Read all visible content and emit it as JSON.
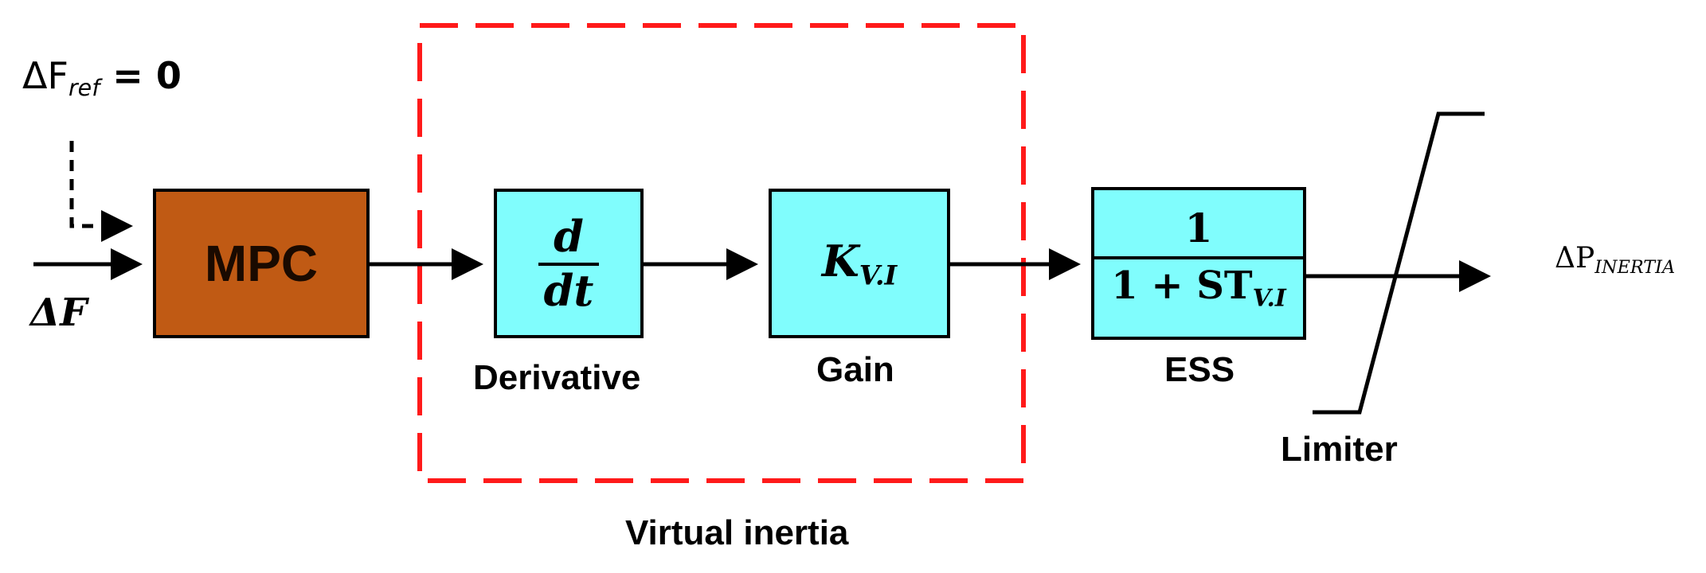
{
  "blocks": {
    "mpc": {
      "label": "MPC"
    },
    "derivative": {
      "numerator": "d",
      "denominator": "dt",
      "caption": "Derivative"
    },
    "gain": {
      "symbol": "K",
      "subscript": "V.I",
      "caption": "Gain"
    },
    "ess": {
      "numerator": "1",
      "denominator_prefix": "1 + ST",
      "denominator_subscript": "V.I",
      "caption": "ESS"
    },
    "limiter": {
      "caption": "Limiter"
    }
  },
  "group": {
    "caption": "Virtual inertia",
    "border_color": "#ff1a1a"
  },
  "signals": {
    "input": "ΔF",
    "reference": {
      "symbol": "ΔF",
      "subscript": "ref",
      "suffix": " = 0"
    },
    "output": {
      "symbol": "ΔP",
      "subscript": "INERTIA"
    }
  },
  "colors": {
    "mpc": "#c05a14",
    "block": "#80fdfd",
    "line": "#000000"
  }
}
